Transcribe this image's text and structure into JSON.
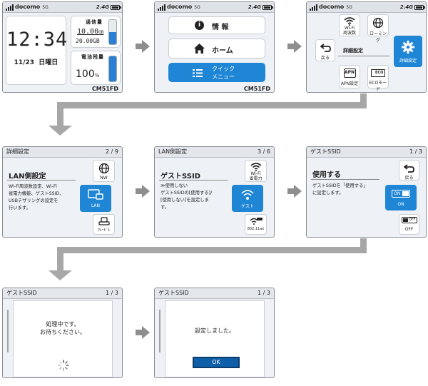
{
  "status": {
    "carrier": "docomo",
    "network": "5G",
    "band": "2.4G"
  },
  "model": "CM51FD",
  "screen1": {
    "time": "12:34",
    "date": "11/23",
    "weekday": "日曜日",
    "data_label": "通信量",
    "data_used": "10.00",
    "data_unit": "GB",
    "data_total": "20.00GB",
    "data_used_fraction": 0.5,
    "battery_label": "電池残量",
    "battery_value": "100",
    "battery_unit": "%",
    "battery_fraction": 1.0
  },
  "screen2": {
    "info_label": "情 報",
    "home_label": "ホーム",
    "quick_menu_line1": "クイック",
    "quick_menu_line2": "メニュー"
  },
  "screen3": {
    "wifi_freq_line1": "Wi-Fi",
    "wifi_freq_line2": "周波数",
    "roaming_label": "ローミング",
    "back_label": "戻る",
    "detail_title": "詳細設定",
    "detail_button": "詳細設定",
    "apn_icon_text": "APN",
    "apn_label": "APN設定",
    "eco_icon_text": "ECO",
    "eco_label": "ECOモード"
  },
  "screen4": {
    "header": "詳細設定",
    "page": "2 / 9",
    "title": "LAN側設定",
    "description": "Wi-Fi周波数設定、Wi-Fi\n省電力機能、ゲストSSID、\nUSBテザリングの設定を\n行います。",
    "nw_label": "NW",
    "lan_label": "LAN",
    "grade_label": "ｸﾚｰﾄﾞﾙ"
  },
  "screen5": {
    "header": "LAN側設定",
    "page": "3 / 6",
    "title": "ゲストSSID",
    "description": "≫使用しない\nゲストSSIDの[使用する]/\n[使用しない]を設定しま\nす。",
    "wifi_power_line1": "Wi-Fi",
    "wifi_power_line2": "省電力",
    "guest_label": "ゲスト",
    "ax_label": "802.11ax"
  },
  "screen6": {
    "header": "ゲストSSID",
    "page": "1 / 3",
    "title": "使用する",
    "description": "ゲストSSIDを「使用する」\nに設定します。",
    "back_label": "戻る",
    "on_toggle_text": "ON",
    "on_label": "ON",
    "off_toggle_text": "OFF",
    "off_label": "OFF"
  },
  "screen7": {
    "header": "ゲストSSID",
    "page": "1 / 3",
    "message_line1": "処理中です。",
    "message_line2": "お待ちください。"
  },
  "screen8": {
    "header": "ゲストSSID",
    "page": "1 / 3",
    "message": "設定しました。",
    "ok_label": "OK"
  },
  "colors": {
    "accent": "#1f86d6",
    "arrow": "#8e8e8e",
    "bezel": "#8a8f96"
  }
}
